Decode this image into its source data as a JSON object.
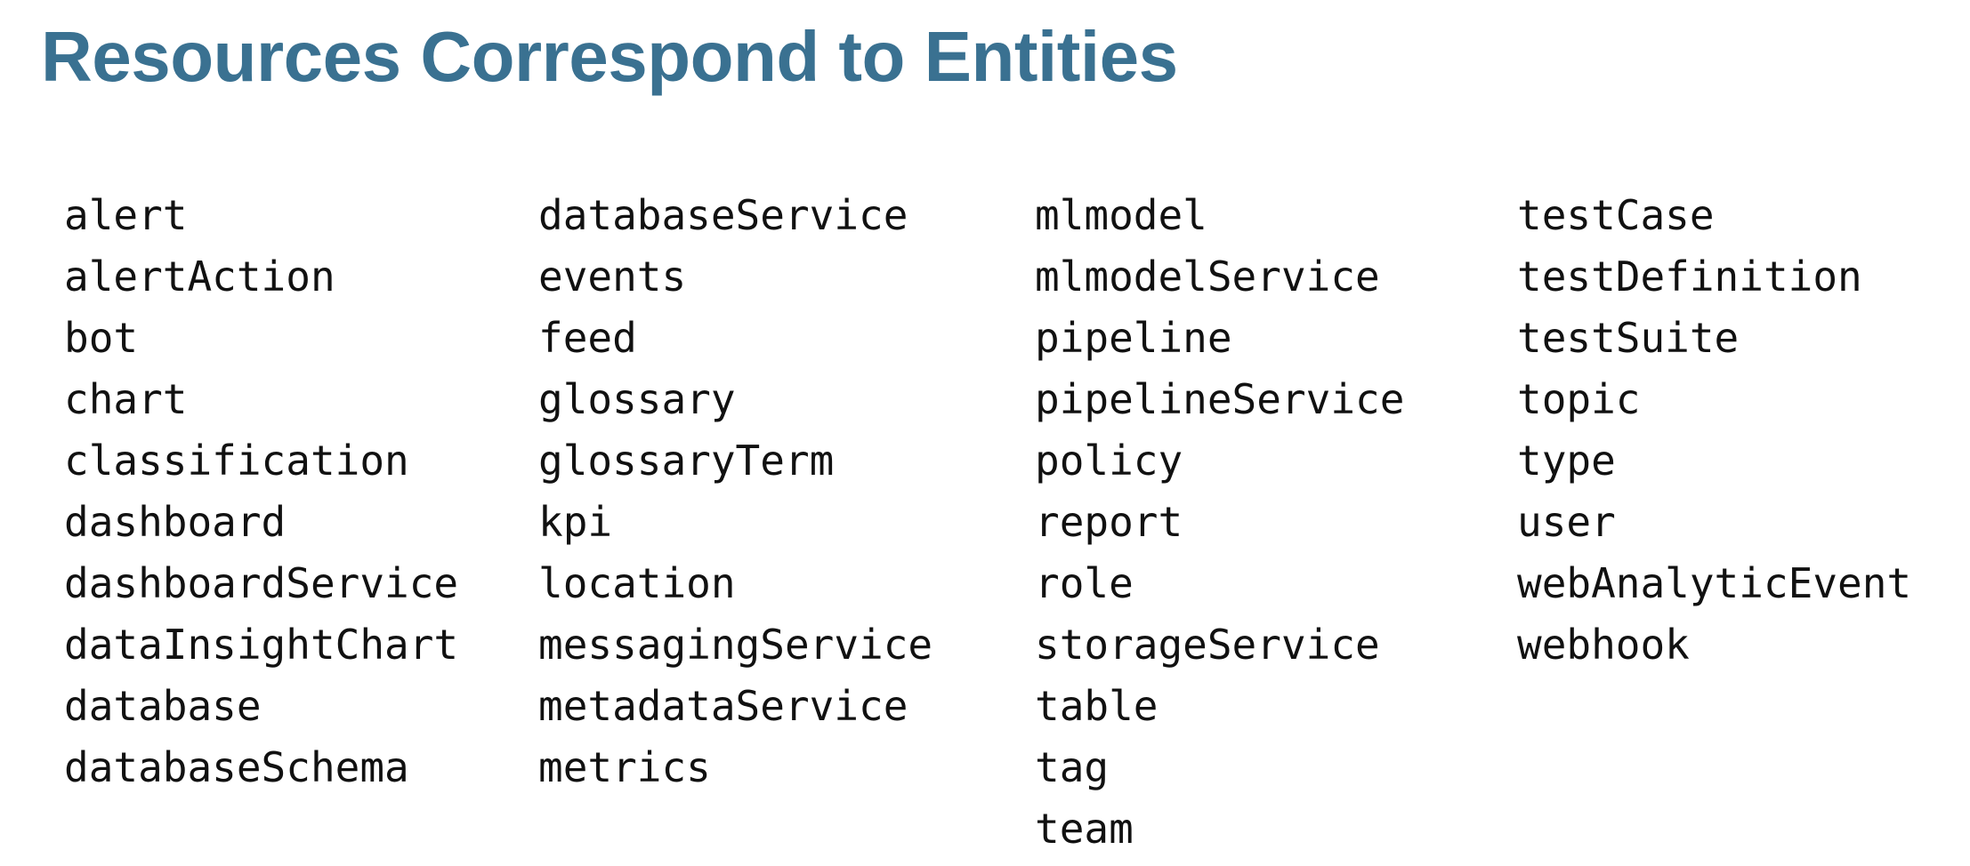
{
  "page": {
    "title": "Resources Correspond to Entities",
    "heading_color": "#3a7191",
    "text_color": "#111111",
    "background_color": "#ffffff"
  },
  "resources": {
    "columns": [
      {
        "items": [
          "alert",
          "alertAction",
          "bot",
          "chart",
          "classification",
          "dashboard",
          "dashboardService",
          "dataInsightChart",
          "database",
          "databaseSchema"
        ]
      },
      {
        "items": [
          "databaseService",
          "events",
          "feed",
          "glossary",
          "glossaryTerm",
          "kpi",
          "location",
          "messagingService",
          "metadataService",
          "metrics"
        ]
      },
      {
        "items": [
          "mlmodel",
          "mlmodelService",
          "pipeline",
          "pipelineService",
          "policy",
          "report",
          "role",
          "storageService",
          "table",
          "tag",
          "team"
        ]
      },
      {
        "items": [
          "testCase",
          "testDefinition",
          "testSuite",
          "topic",
          "type",
          "user",
          "webAnalyticEvent",
          "webhook"
        ]
      }
    ]
  }
}
